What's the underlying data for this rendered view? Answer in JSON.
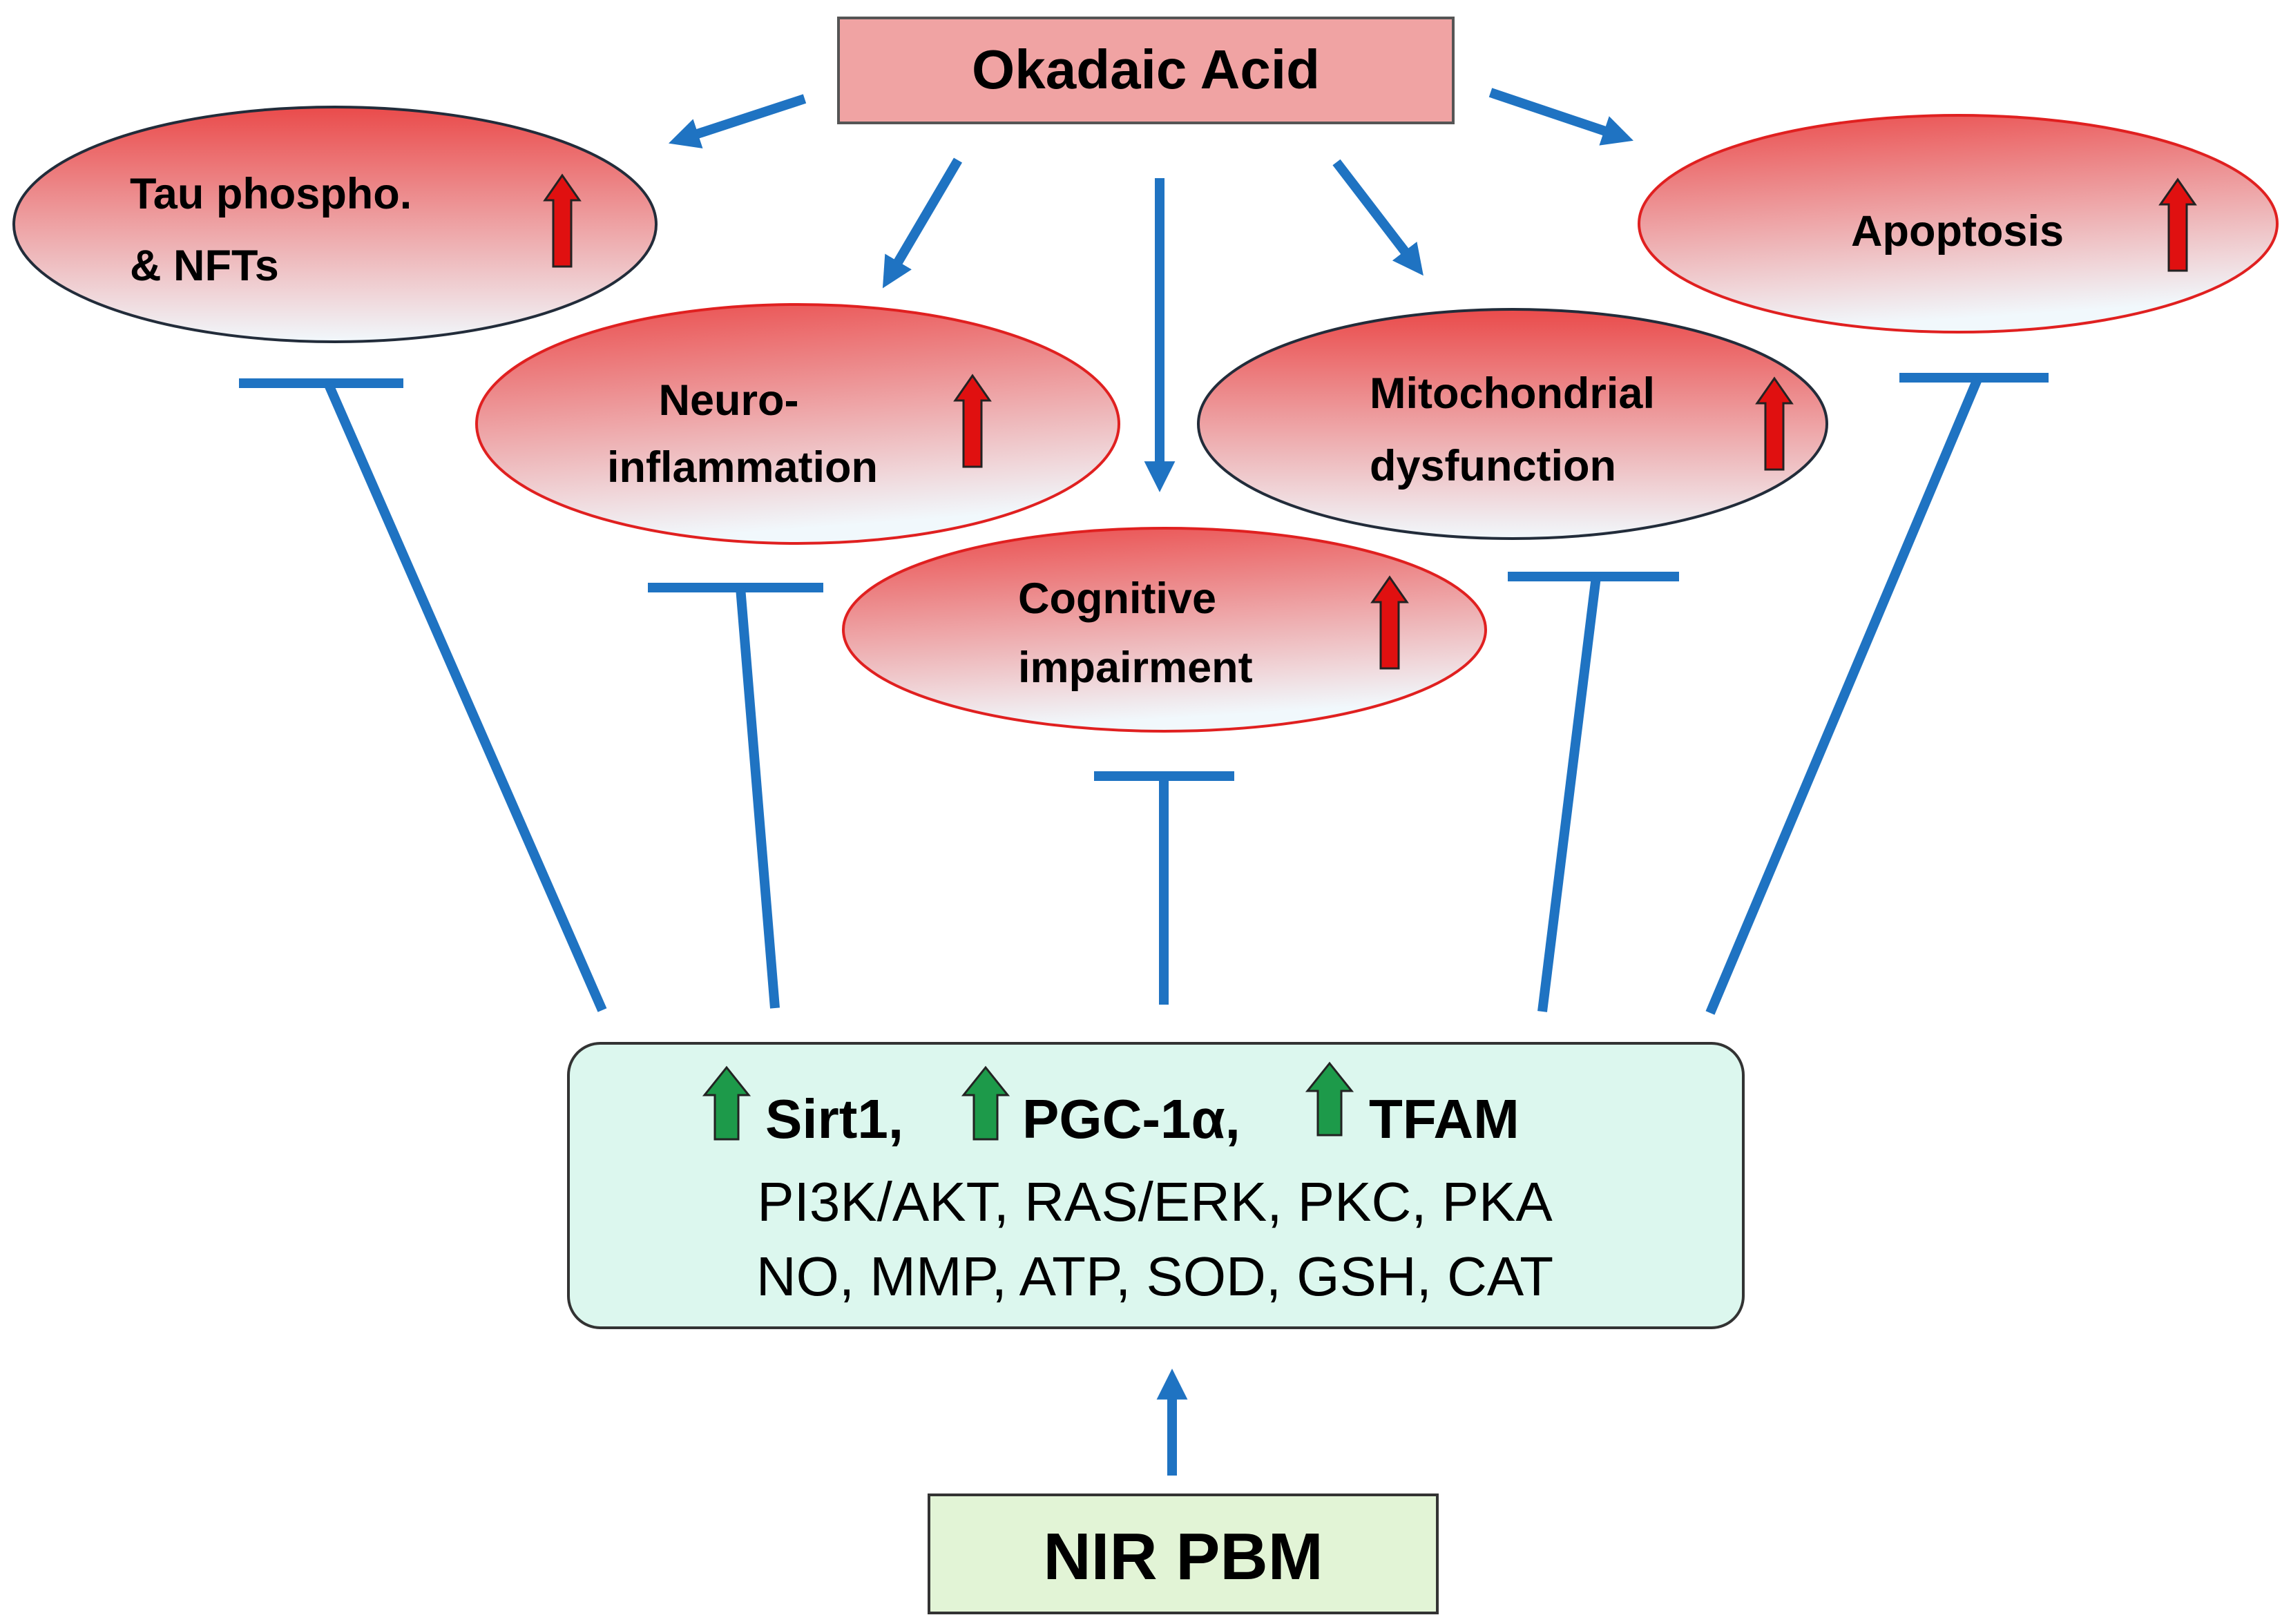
{
  "colors": {
    "arrow": "#1f73c2",
    "top_box_fill": "#f0a3a3",
    "top_box_stroke": "#555555",
    "ellipse_red": "#ea4b4b",
    "ellipse_light": "#f1f8fc",
    "ellipse_stroke_dark": "#222c3a",
    "ellipse_stroke_red": "#e02020",
    "up_arrow_red": "#e01010",
    "up_arrow_green": "#1d9a4a",
    "mechanism_fill": "#dcf7ee",
    "nir_fill": "#e2f4d6"
  },
  "source": {
    "label": "Okadaic Acid"
  },
  "effects": [
    {
      "id": "tau",
      "lines": [
        "Tau phospho.",
        "& NFTs"
      ],
      "trend_icon": "up-arrow-icon"
    },
    {
      "id": "neuroinflammation",
      "lines": [
        "Neuro-",
        "inflammation"
      ],
      "trend_icon": "up-arrow-icon"
    },
    {
      "id": "cognitive",
      "lines": [
        "Cognitive",
        "impairment"
      ],
      "trend_icon": "up-arrow-icon"
    },
    {
      "id": "mitochondrial",
      "lines": [
        "Mitochondrial",
        "dysfunction"
      ],
      "trend_icon": "up-arrow-icon"
    },
    {
      "id": "apoptosis",
      "lines": [
        "Apoptosis"
      ],
      "trend_icon": "up-arrow-icon"
    }
  ],
  "mechanism": {
    "upregulated": [
      "Sirt1,",
      "PGC-1α,",
      "TFAM"
    ],
    "line2": "PI3K/AKT, RAS/ERK, PKC, PKA",
    "line3": "NO, MMP, ATP, SOD, GSH, CAT"
  },
  "treatment": {
    "label": "NIR PBM"
  }
}
